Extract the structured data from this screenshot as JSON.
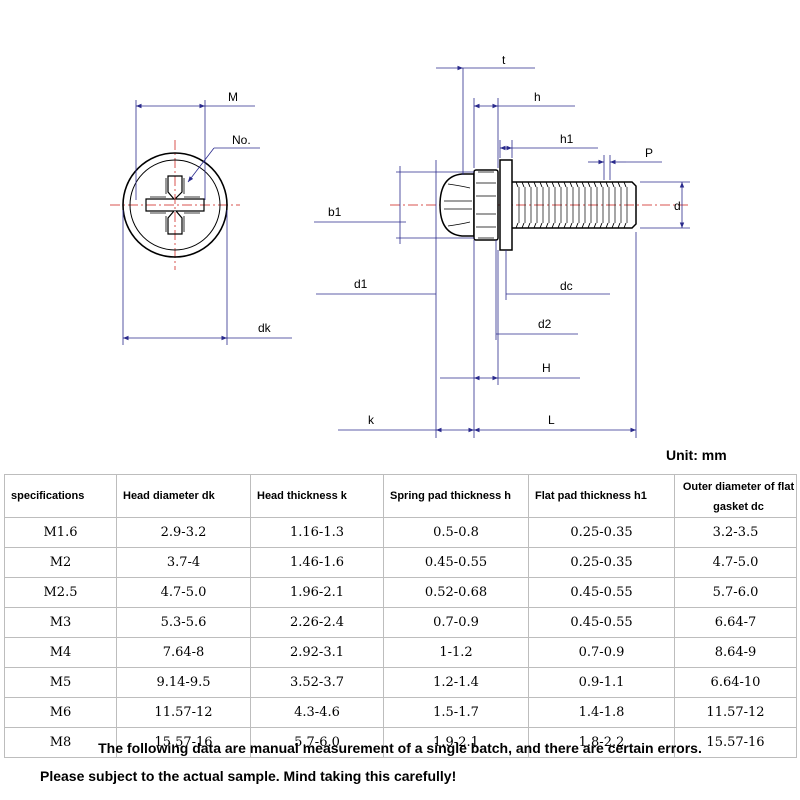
{
  "diagram": {
    "labels": {
      "M": "M",
      "No": "No.",
      "dk": "dk",
      "b1": "b1",
      "d1": "d1",
      "t": "t",
      "h": "h",
      "h1": "h1",
      "P": "P",
      "d": "d",
      "dc": "dc",
      "d2": "d2",
      "H": "H",
      "k": "k",
      "L": "L"
    }
  },
  "unit_label": "Unit: mm",
  "table": {
    "headers": [
      "specifications",
      "Head diameter dk",
      "Head thickness k",
      "Spring pad thickness h",
      "Flat pad thickness h1",
      "Outer diameter of flat gasket dc"
    ],
    "rows": [
      [
        "M1.6",
        "2.9-3.2",
        "1.16-1.3",
        "0.5-0.8",
        "0.25-0.35",
        "3.2-3.5"
      ],
      [
        "M2",
        "3.7-4",
        "1.46-1.6",
        "0.45-0.55",
        "0.25-0.35",
        "4.7-5.0"
      ],
      [
        "M2.5",
        "4.7-5.0",
        "1.96-2.1",
        "0.52-0.68",
        "0.45-0.55",
        "5.7-6.0"
      ],
      [
        "M3",
        "5.3-5.6",
        "2.26-2.4",
        "0.7-0.9",
        "0.45-0.55",
        "6.64-7"
      ],
      [
        "M4",
        "7.64-8",
        "2.92-3.1",
        "1-1.2",
        "0.7-0.9",
        "8.64-9"
      ],
      [
        "M5",
        "9.14-9.5",
        "3.52-3.7",
        "1.2-1.4",
        "0.9-1.1",
        "6.64-10"
      ],
      [
        "M6",
        "11.57-12",
        "4.3-4.6",
        "1.5-1.7",
        "1.4-1.8",
        "11.57-12"
      ],
      [
        "M8",
        "15.57-16",
        "5.7-6.0",
        "1.9-2.1",
        "1.8-2.2",
        "15.57-16"
      ]
    ]
  },
  "notes": [
    "The following data are manual measurement of a single batch, and there are certain errors.",
    "Please subject to the actual sample. Mind taking this carefully!"
  ],
  "colors": {
    "dimension_line": "#2a2a8c",
    "centerline": "#d9534f",
    "part": "#000000",
    "border": "#bdbdbd"
  }
}
